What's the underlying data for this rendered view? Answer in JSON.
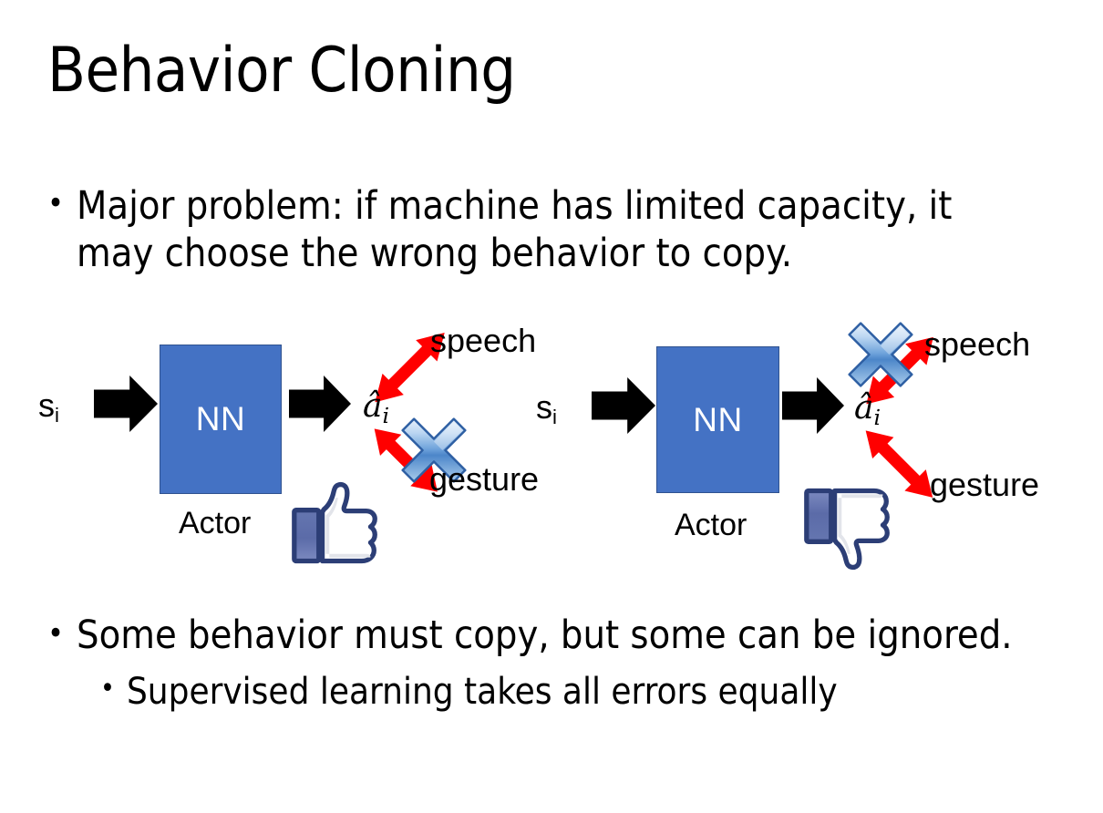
{
  "slide": {
    "title": "Behavior Cloning",
    "background_color": "#FFFFFF",
    "text_color": "#000000"
  },
  "bullets": {
    "bullet_char": "•",
    "top": "Major problem: if machine has limited capacity, it may choose the wrong behavior to copy.",
    "bottom_main": "Some behavior must copy, but some can be ignored.",
    "bottom_sub": "Supervised learning takes all errors equally"
  },
  "colors": {
    "nn_box_fill": "#4472C4",
    "nn_box_border": "#2F528F",
    "arrow_black": "#000000",
    "arrow_red": "#FF0000",
    "cross_blue_light": "#DCE9F8",
    "cross_blue_mid": "#7DACE0",
    "cross_blue_dark": "#2E5FA3",
    "thumb_outline": "#2C3E76",
    "thumb_cuff": "#5B6BA8",
    "thumb_fill": "#FFFFFF",
    "thumb_shadow": "#E2E4EA"
  },
  "diagrams": [
    {
      "id": "left-diagram",
      "state_label": "s",
      "state_subscript": "i",
      "nn_label": "NN",
      "actor_label": "Actor",
      "action_label": "â",
      "action_subscript": "i",
      "branch_up_label": "speech",
      "branch_down_label": "gesture",
      "crossed_branch": "gesture",
      "feedback_icon": "thumbs-up-icon",
      "feedback_meaning": "like"
    },
    {
      "id": "right-diagram",
      "state_label": "s",
      "state_subscript": "i",
      "nn_label": "NN",
      "actor_label": "Actor",
      "action_label": "â",
      "action_subscript": "i",
      "branch_up_label": "speech",
      "branch_down_label": "gesture",
      "crossed_branch": "speech",
      "feedback_icon": "thumbs-down-icon",
      "feedback_meaning": "dislike"
    }
  ]
}
